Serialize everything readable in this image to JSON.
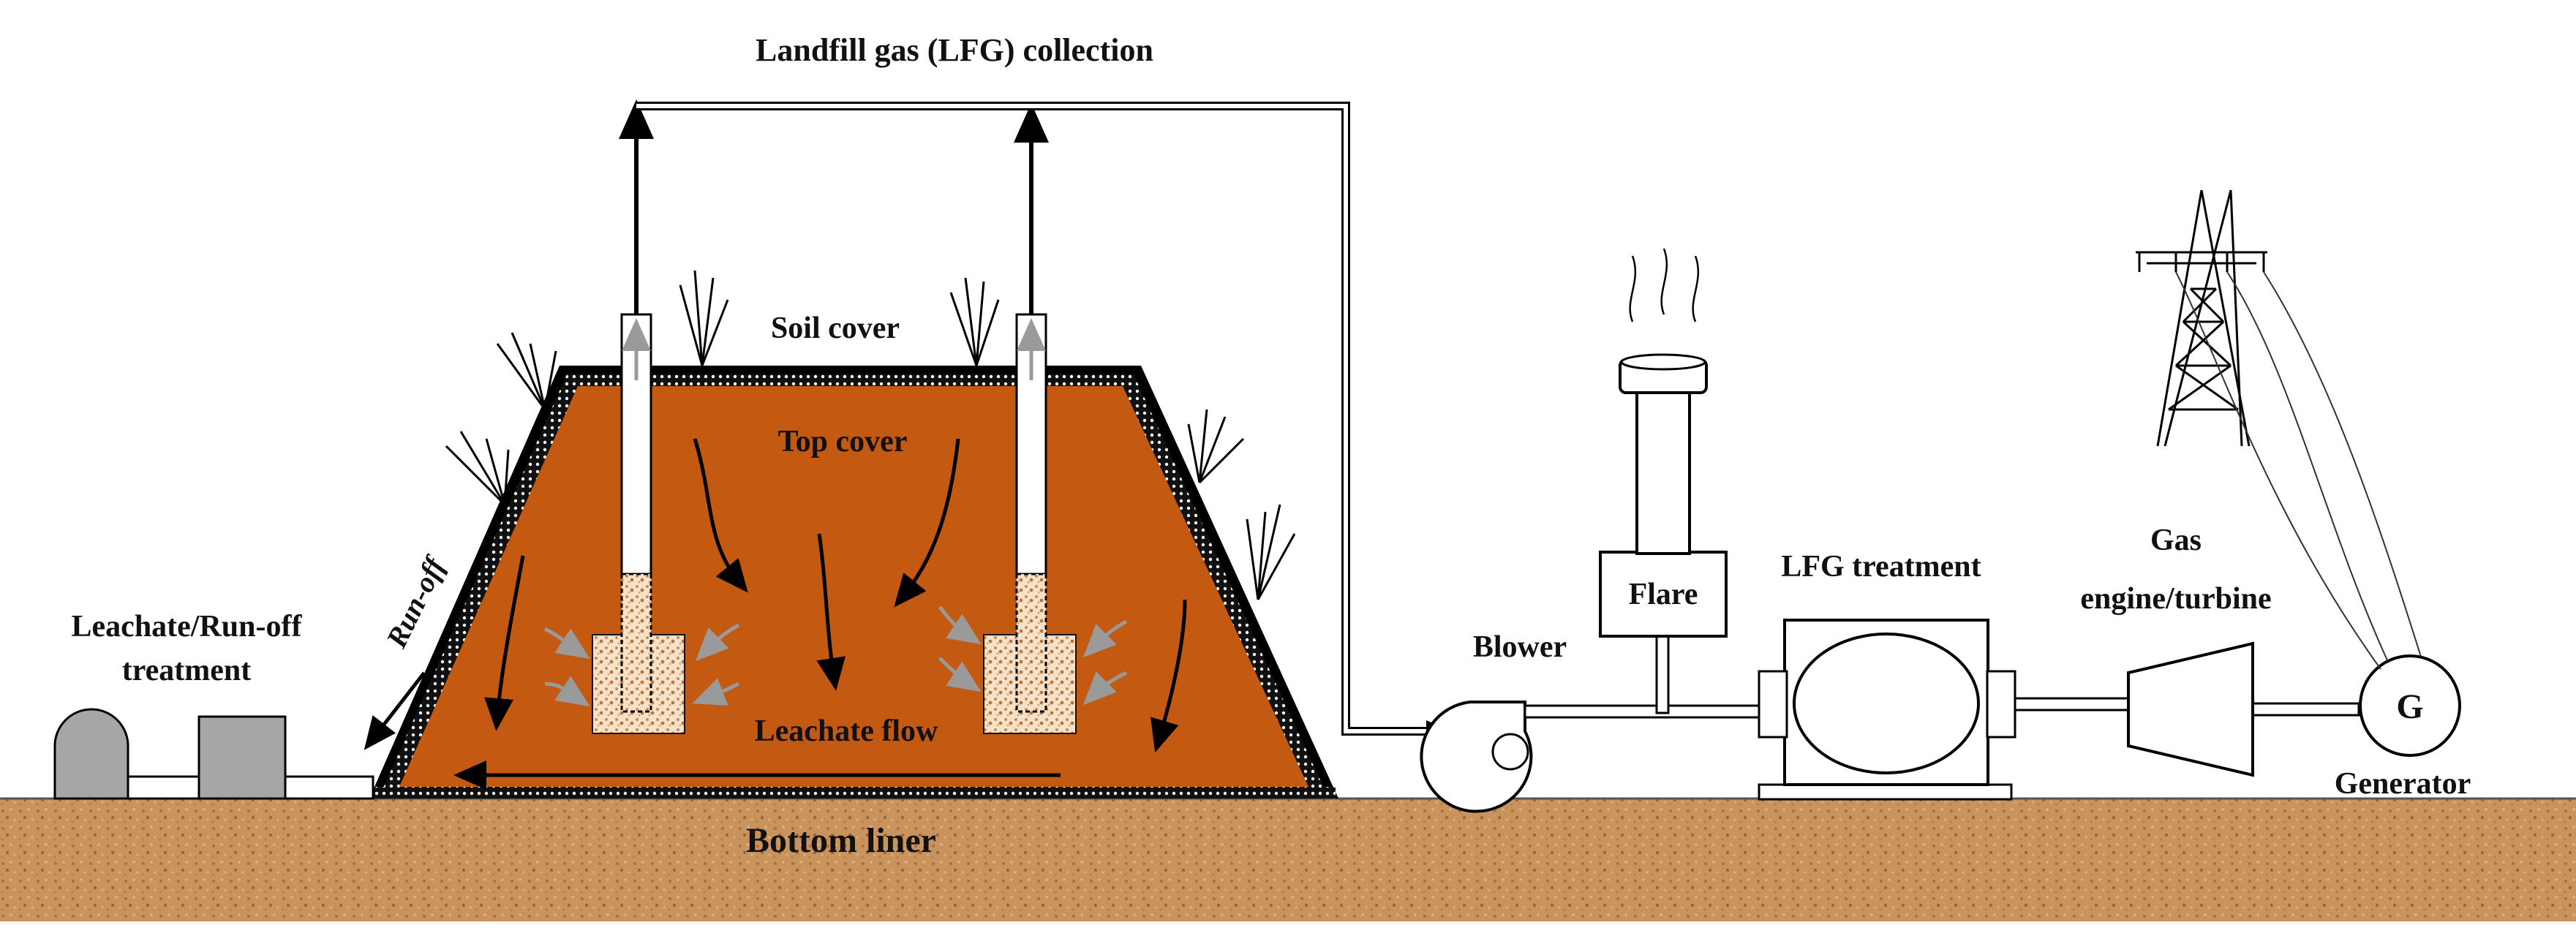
{
  "labels": {
    "lfg_collection": "Landfill gas (LFG) collection",
    "soil_cover": "Soil cover",
    "top_cover": "Top cover",
    "run_off": "Run-off",
    "leachate_treatment_line1": "Leachate/Run-off",
    "leachate_treatment_line2": "treatment",
    "leachate_flow": "Leachate flow",
    "bottom_liner": "Bottom liner",
    "flare": "Flare",
    "blower": "Blower",
    "lfg_treatment": "LFG treatment",
    "gas_engine_line1": "Gas",
    "gas_engine_line2": "engine/turbine",
    "generator_symbol": "G",
    "generator": "Generator"
  },
  "colors": {
    "landfill_fill": "#c45a12",
    "ground_fill": "#c9935e",
    "gravel_fill": "#f3dcc0",
    "outline": "#000000",
    "process_arrow": "#999999",
    "treatment_unit": "#a6a6a6"
  }
}
